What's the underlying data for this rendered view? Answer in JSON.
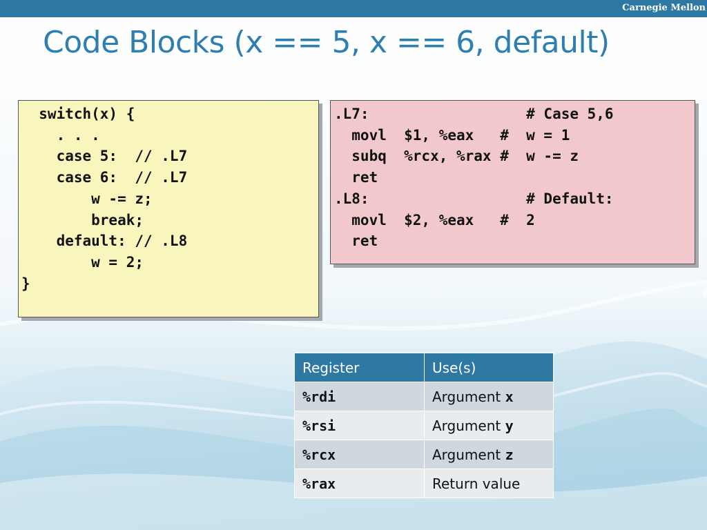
{
  "header": {
    "brand": "Carnegie Mellon"
  },
  "slide": {
    "title": "Code Blocks (x == 5, x == 6, default)"
  },
  "c_code": {
    "lines": [
      "  switch(x) {",
      "    . . .",
      "    case 5:  // .L7",
      "    case 6:  // .L7",
      "        w -= z;",
      "        break;",
      "    default: // .L8",
      "        w = 2;",
      "}"
    ]
  },
  "asm_code": {
    "lines": [
      ".L7:                  # Case 5,6",
      "  movl  $1, %eax   #  w = 1",
      "  subq  %rcx, %rax #  w -= z",
      "  ret",
      ".L8:                  # Default:",
      "  movl  $2, %eax   #  2",
      "  ret"
    ]
  },
  "reg_table": {
    "headers": [
      "Register",
      "Use(s)"
    ],
    "rows": [
      {
        "reg": "%rdi",
        "use": "Argument ",
        "var": "x"
      },
      {
        "reg": "%rsi",
        "use": "Argument ",
        "var": "y"
      },
      {
        "reg": "%rcx",
        "use": "Argument ",
        "var": "z"
      },
      {
        "reg": "%rax",
        "use": "Return value",
        "var": ""
      }
    ]
  },
  "colors": {
    "bar": "#2e79a3",
    "title": "#2f7eb0",
    "c_box": "#f8f5bd",
    "asm_box": "#f1c9cd"
  }
}
